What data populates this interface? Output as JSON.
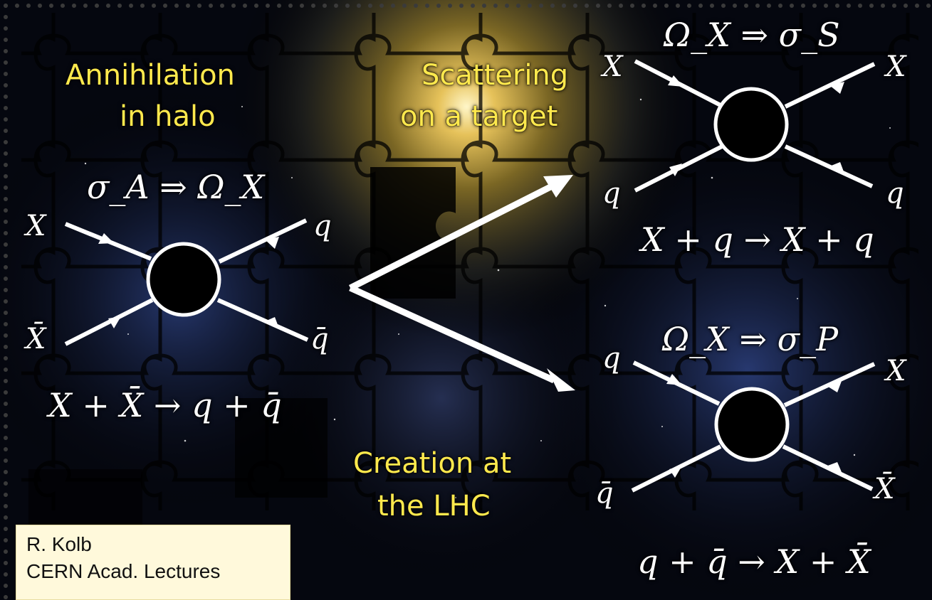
{
  "labels": {
    "annihilation": "Annihilation",
    "in_halo": "in halo",
    "scattering": "Scattering",
    "on_target": "on a target",
    "creation": "Creation at",
    "the_lhc": "the LHC"
  },
  "equations": {
    "annihilation_relation": "σ_A ⇒ Ω_X",
    "annihilation_reaction": "X + X̄ → q + q̄",
    "scattering_relation": "Ω_X ⇒ σ_S",
    "scattering_reaction": "X + q → X + q",
    "production_relation": "Ω_X ⇒ σ_P",
    "production_reaction": "q + q̄ → X + X̄"
  },
  "particles": {
    "x": "X",
    "q": "q",
    "x_bar": "X̄",
    "q_bar": "q̄"
  },
  "credit": {
    "author": "R. Kolb",
    "source": "CERN Acad. Lectures"
  },
  "colors": {
    "label_yellow": "#ffe94d",
    "diagram_white": "#ffffff",
    "credit_background": "#fff9db"
  }
}
